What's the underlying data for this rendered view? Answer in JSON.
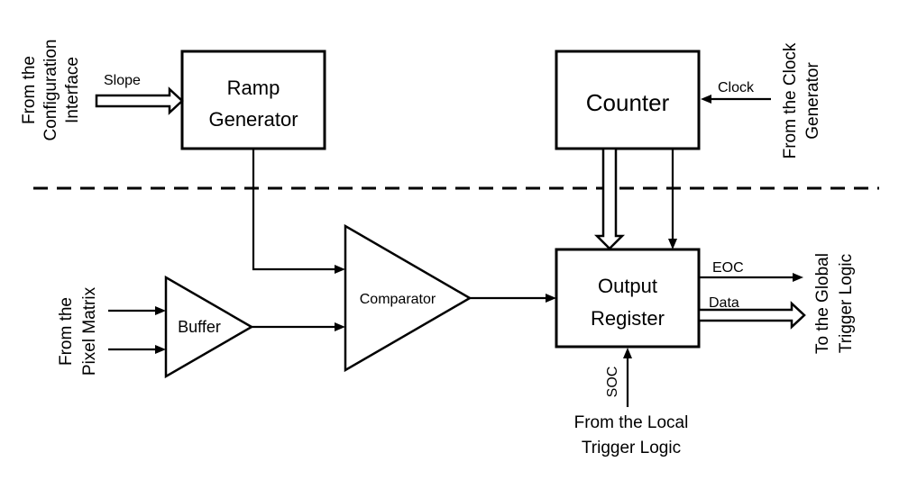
{
  "blocks": {
    "ramp_generator": [
      "Ramp",
      "Generator"
    ],
    "counter": "Counter",
    "output_register": [
      "Output",
      "Register"
    ],
    "comparator": "Comparator",
    "buffer": "Buffer"
  },
  "signals": {
    "slope": "Slope",
    "clock": "Clock",
    "eoc": "EOC",
    "data": "Data",
    "soc": "SOC"
  },
  "sources": {
    "configuration_interface": [
      "From the",
      "Configuration",
      "Interface"
    ],
    "clock_generator": [
      "From the Clock",
      "Generator"
    ],
    "pixel_matrix": [
      "From the",
      "Pixel Matrix"
    ],
    "global_trigger_logic": [
      "To the Global",
      "Trigger Logic"
    ],
    "local_trigger_logic": [
      "From the Local",
      "Trigger Logic"
    ]
  }
}
